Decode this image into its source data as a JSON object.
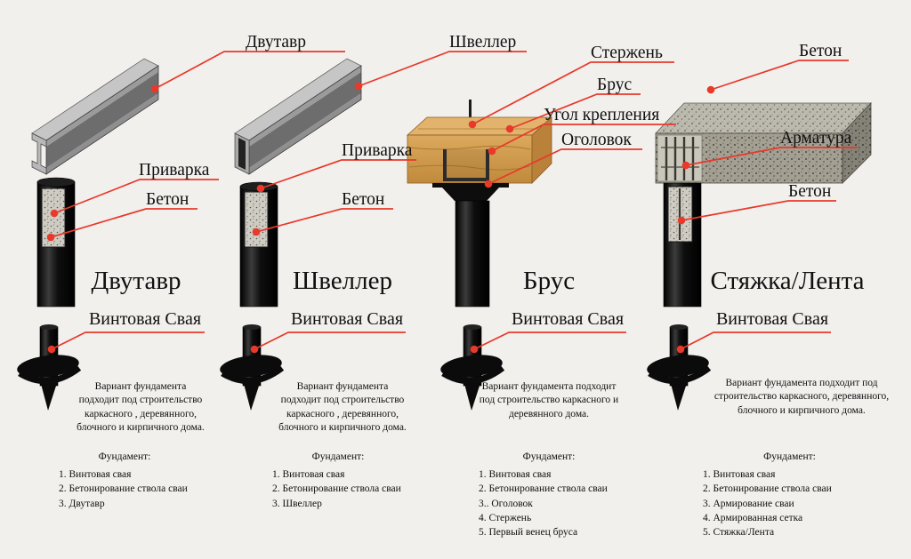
{
  "colors": {
    "background": "#f2f0ed",
    "accent_red": "#e8392b",
    "text": "#101010"
  },
  "callouts": {
    "c1_beam": "Двутавр",
    "c1_weld": "Приварка",
    "c1_concrete": "Бетон",
    "c2_beam": "Швеллер",
    "c2_weld": "Приварка",
    "c2_concrete": "Бетон",
    "c3_rod": "Стержень",
    "c3_timber": "Брус",
    "c3_bracket": "Угол крепления",
    "c3_cap": "Оголовок",
    "c4_concrete_top": "Бетон",
    "c4_rebar": "Арматура",
    "c4_concrete_pile": "Бетон"
  },
  "columns": [
    {
      "title": "Двутавр",
      "pile_label": "Винтовая Свая",
      "description": "Вариант фундамента подходит под строительство каркасного , деревянного, блочного и кирпичного дома.",
      "foundation_heading": "Фундамент:",
      "foundation_items": [
        "1. Винтовая свая",
        "2. Бетонирование ствола сваи",
        "3. Двутавр"
      ]
    },
    {
      "title": "Швеллер",
      "pile_label": "Винтовая Свая",
      "description": "Вариант фундамента подходит под строительство каркасного , деревянного, блочного и кирпичного дома.",
      "foundation_heading": "Фундамент:",
      "foundation_items": [
        "1. Винтовая свая",
        "2. Бетонирование ствола сваи",
        "3. Швеллер"
      ]
    },
    {
      "title": "Брус",
      "pile_label": "Винтовая Свая",
      "description": "Вариант фундамента подходит под строительство каркасного и деревянного дома.",
      "foundation_heading": "Фундамент:",
      "foundation_items": [
        "1. Винтовая свая",
        "2. Бетонирование ствола сваи",
        "3.. Оголовок",
        "4. Стержень",
        "5. Первый венец бруса"
      ]
    },
    {
      "title": "Стяжка/Лента",
      "pile_label": "Винтовая Свая",
      "description": "Вариант фундамента подходит под строительство каркасного, деревянного, блочного и кирпичного дома.",
      "foundation_heading": "Фундамент:",
      "foundation_items": [
        "1. Винтовая свая",
        "2. Бетонирование ствола сваи",
        "3. Армирование сваи",
        "4. Армированная сетка",
        "5. Стяжка/Лента"
      ]
    }
  ]
}
